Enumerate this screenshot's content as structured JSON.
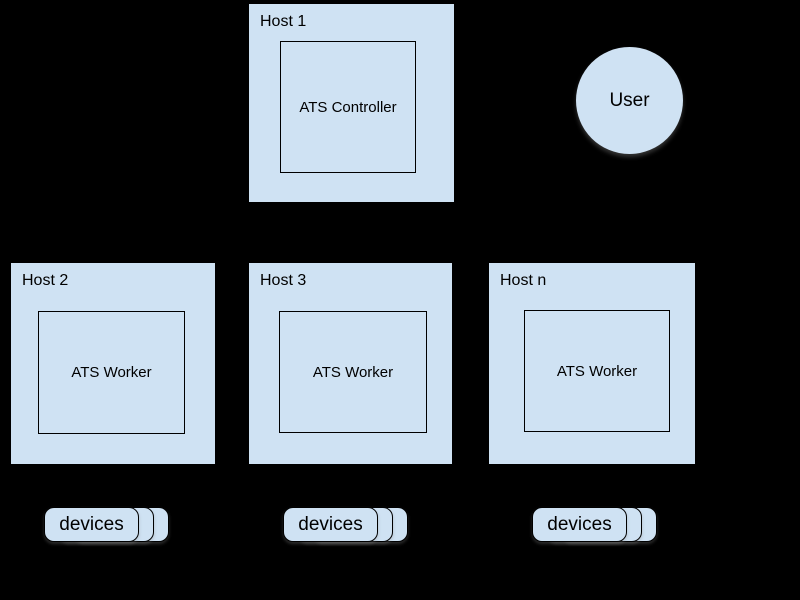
{
  "canvas": {
    "background_color": "#000000",
    "shape_fill_color": "#cfe2f3",
    "border_color": "#000000",
    "text_color": "#000000"
  },
  "hosts": [
    {
      "label": "Host 1",
      "component": "ATS Controller"
    },
    {
      "label": "Host 2",
      "component": "ATS Worker"
    },
    {
      "label": "Host 3",
      "component": "ATS Worker"
    },
    {
      "label": "Host n",
      "component": "ATS Worker"
    }
  ],
  "user": {
    "label": "User"
  },
  "device_stacks": [
    {
      "label": "devices"
    },
    {
      "label": "devices"
    },
    {
      "label": "devices"
    }
  ]
}
